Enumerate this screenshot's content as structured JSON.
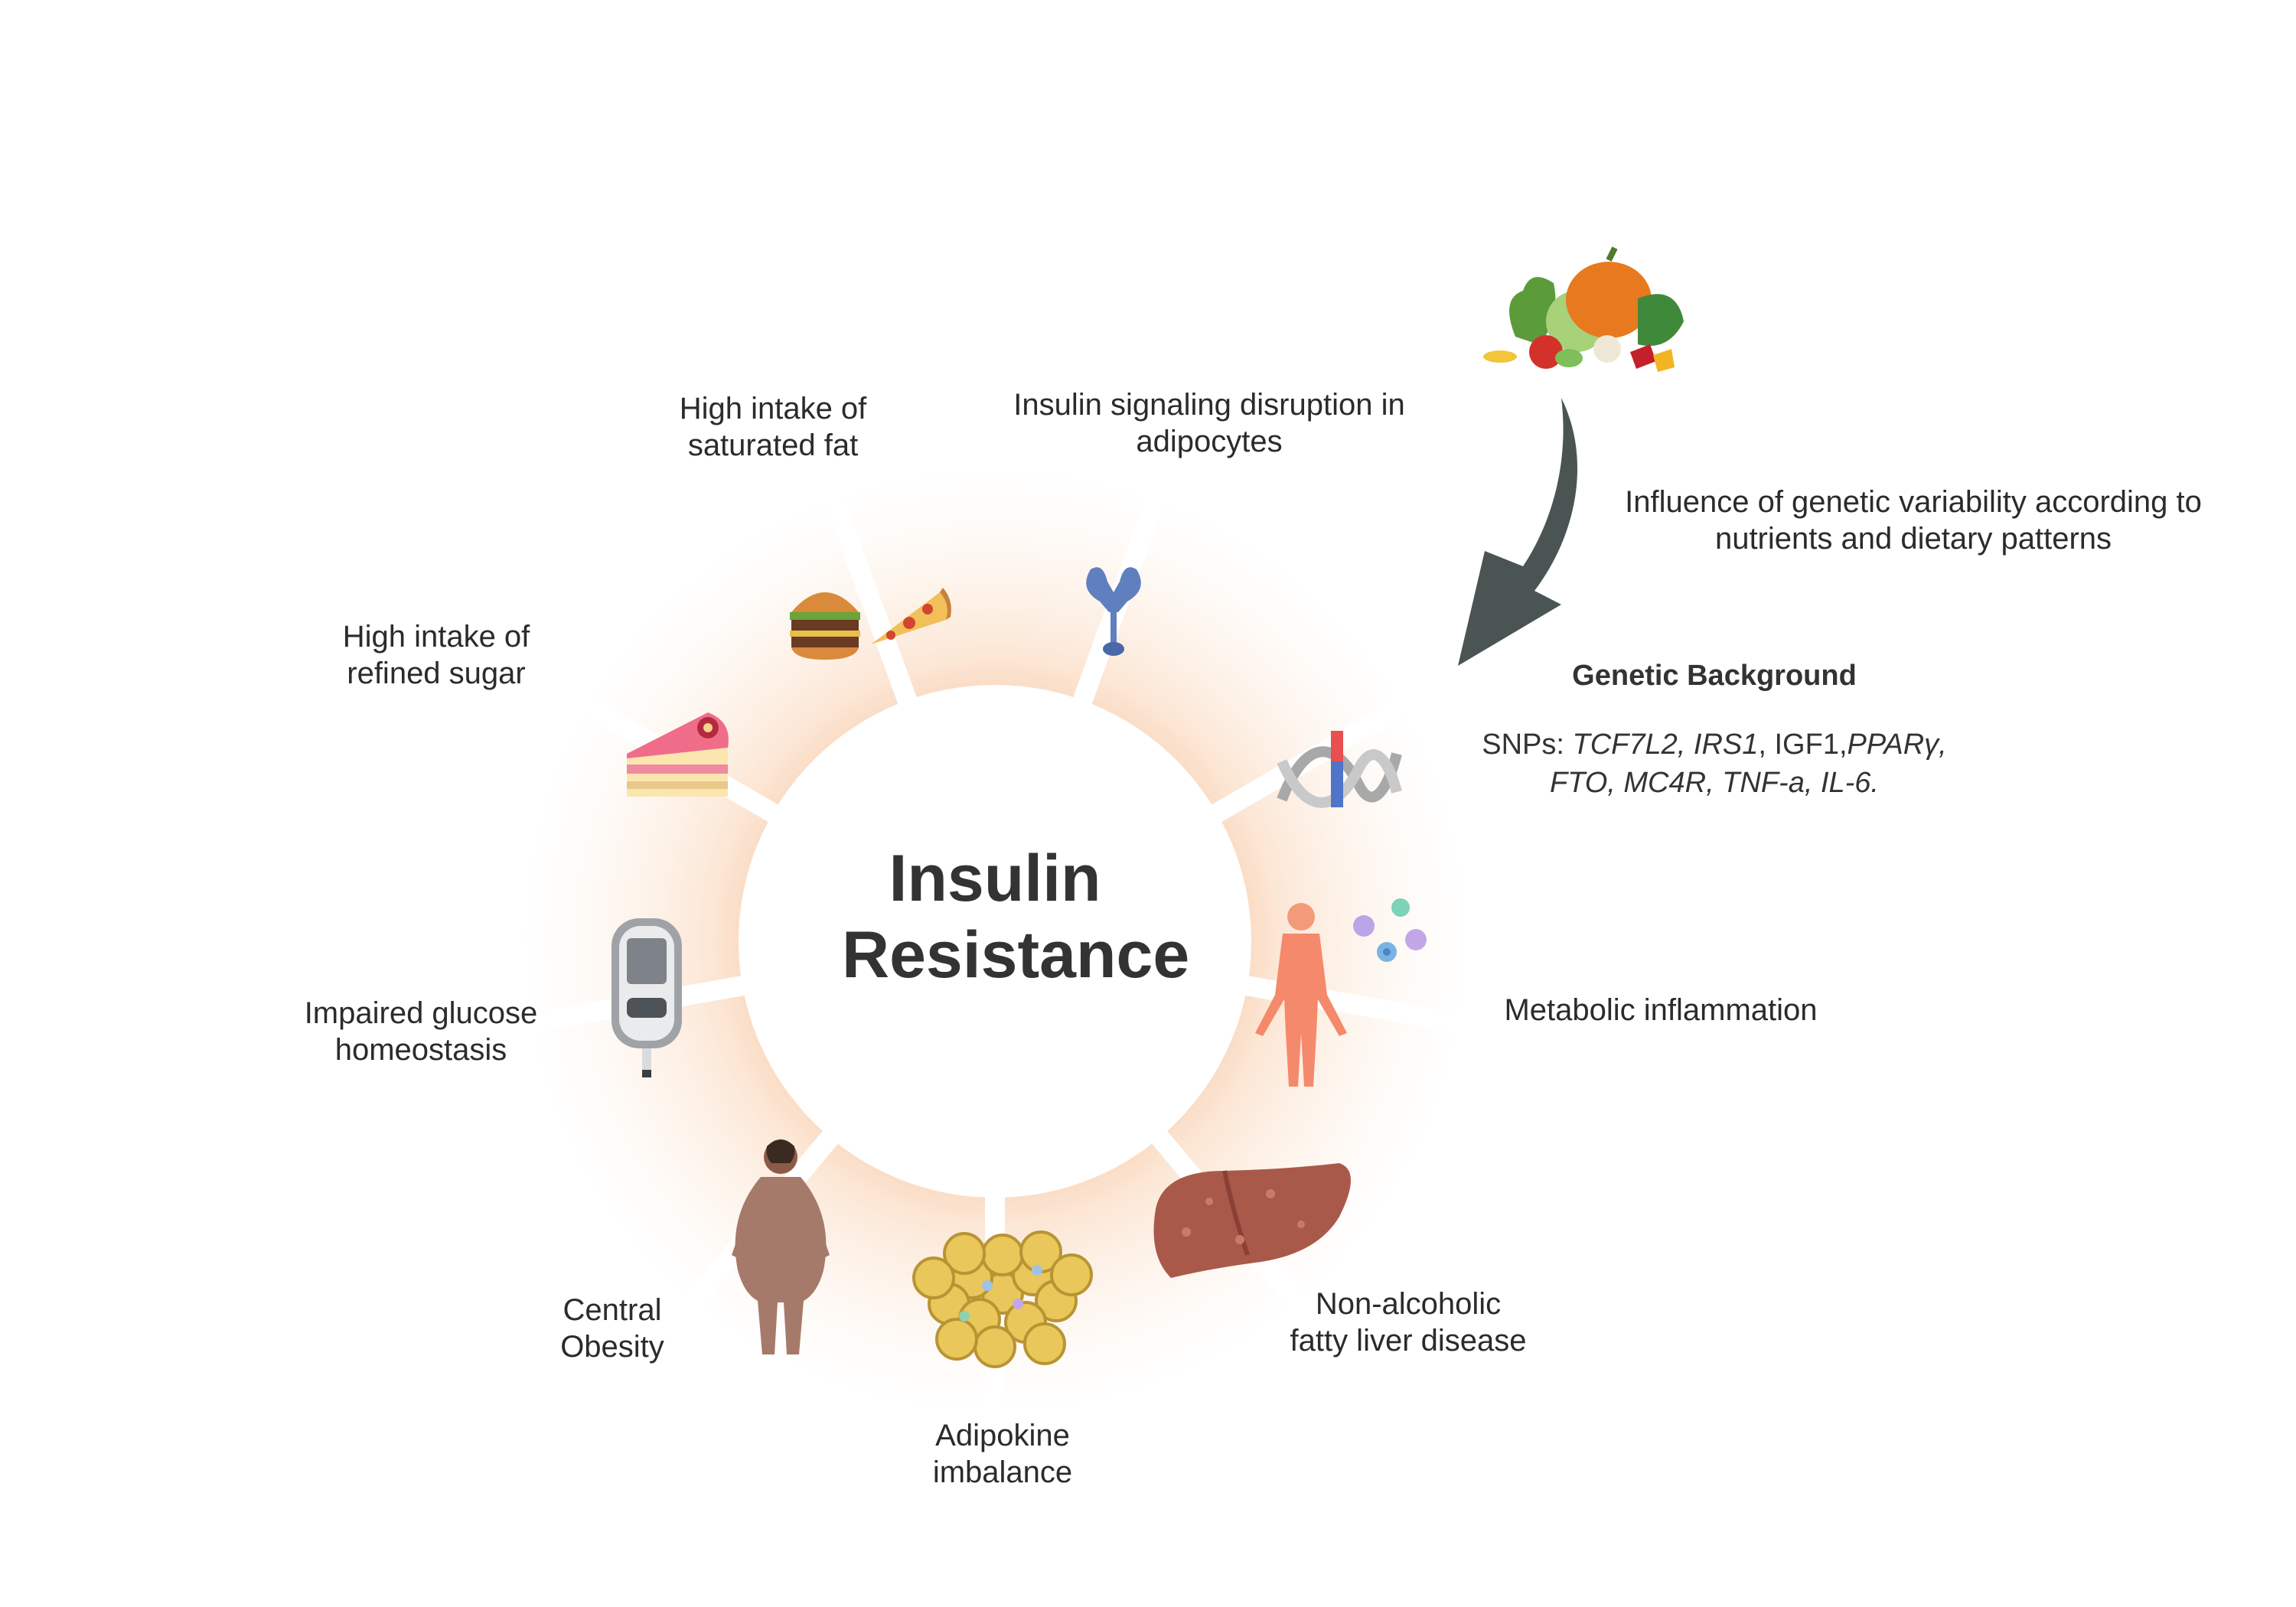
{
  "center": {
    "line1": "Insulin",
    "line2": "Resistance"
  },
  "segments": [
    {
      "id": "saturated-fat",
      "lines": [
        "High intake of",
        "saturated fat"
      ],
      "icon": "burger-pizza-icon"
    },
    {
      "id": "insulin-signaling",
      "lines": [
        "Insulin signaling disruption in",
        "adipocytes"
      ],
      "icon": "insulin-receptor-icon"
    },
    {
      "id": "genetic",
      "lines": [],
      "icon": "dna-icon"
    },
    {
      "id": "metabolic-inflammation",
      "lines": [
        "Metabolic inflammation"
      ],
      "icon": "body-immune-cells-icon"
    },
    {
      "id": "nafld",
      "lines": [
        "Non-alcoholic",
        "fatty liver disease"
      ],
      "icon": "liver-icon"
    },
    {
      "id": "adipokine",
      "lines": [
        "Adipokine",
        "imbalance"
      ],
      "icon": "adipocytes-icon"
    },
    {
      "id": "central-obesity",
      "lines": [
        "Central",
        "Obesity"
      ],
      "icon": "obese-person-icon"
    },
    {
      "id": "glucose",
      "lines": [
        "Impaired glucose",
        "homeostasis"
      ],
      "icon": "glucometer-icon"
    },
    {
      "id": "refined-sugar",
      "lines": [
        "High intake of",
        "refined sugar"
      ],
      "icon": "cake-slice-icon"
    }
  ],
  "diet": {
    "icon": "vegetables-icon",
    "arrow_icon": "curved-arrow-icon",
    "influence_lines": [
      "Influence of genetic variability according to",
      "nutrients and dietary patterns"
    ]
  },
  "genetic_background": {
    "heading": "Genetic Background",
    "snp_prefix": "SNPs: ",
    "genes_line1": [
      {
        "text": "TCF7L2, ",
        "italic": true
      },
      {
        "text": "IRS1",
        "italic": true
      },
      {
        "text": ", IGF1,",
        "italic": false
      },
      {
        "text": "PPARγ,",
        "italic": true
      }
    ],
    "genes_line2": "FTO, MC4R, TNF-a, IL-6."
  },
  "colors": {
    "ring_glow": "#f6c79c",
    "arrow": "#4a5553",
    "text": "#2b2b2b",
    "center_text": "#333333"
  }
}
